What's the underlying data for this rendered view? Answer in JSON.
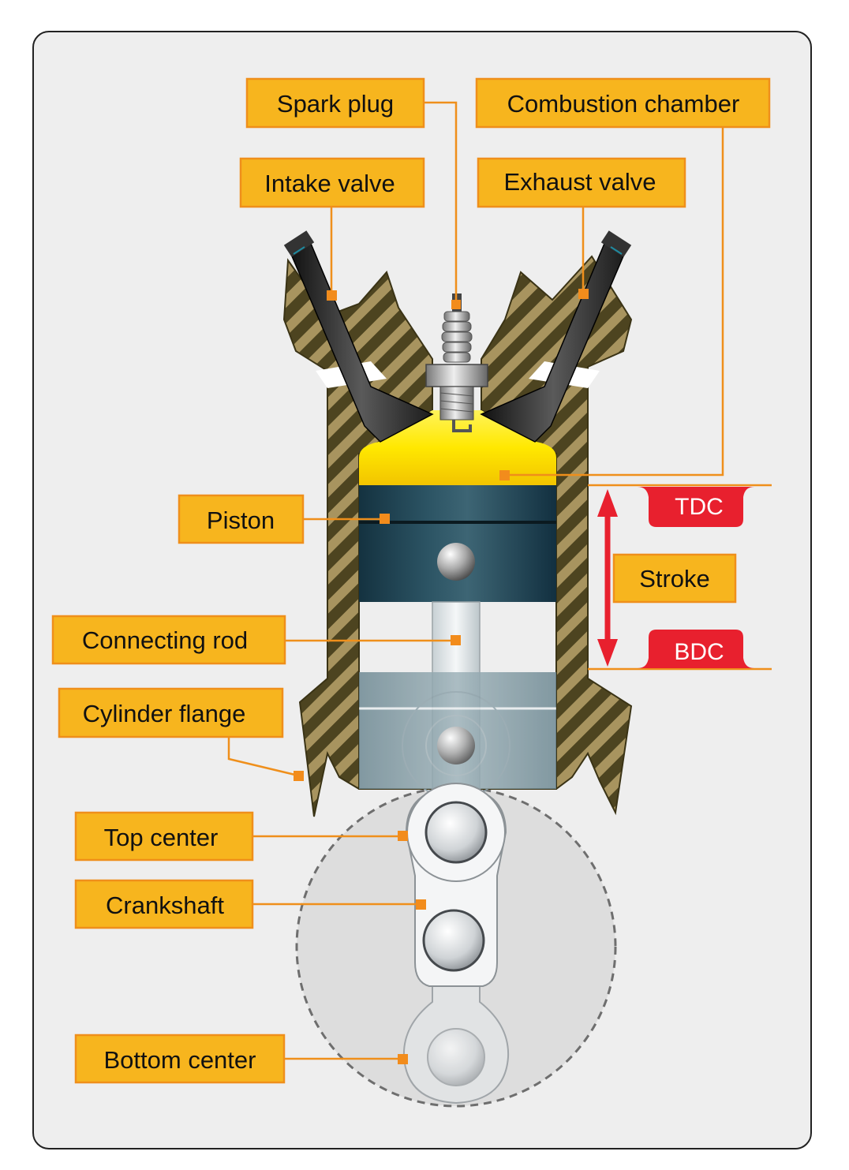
{
  "labels": {
    "spark_plug": "Spark plug",
    "combustion_chamber": "Combustion chamber",
    "intake_valve": "Intake valve",
    "exhaust_valve": "Exhaust valve",
    "piston": "Piston",
    "connecting_rod": "Connecting rod",
    "cylinder_flange": "Cylinder flange",
    "top_center": "Top center",
    "crankshaft": "Crankshaft",
    "bottom_center": "Bottom center",
    "stroke": "Stroke",
    "tdc": "TDC",
    "bdc": "BDC"
  },
  "colors": {
    "label_fill": "#f7b51e",
    "label_border": "#ef8f1b",
    "leader": "#ef8f1b",
    "marker": "#f28c1c",
    "tag_red": "#e8202e",
    "chamber_yellow": "#ffe800",
    "cylinder_wall": "#4d4420",
    "piston_dark": "#1f3f4d"
  }
}
